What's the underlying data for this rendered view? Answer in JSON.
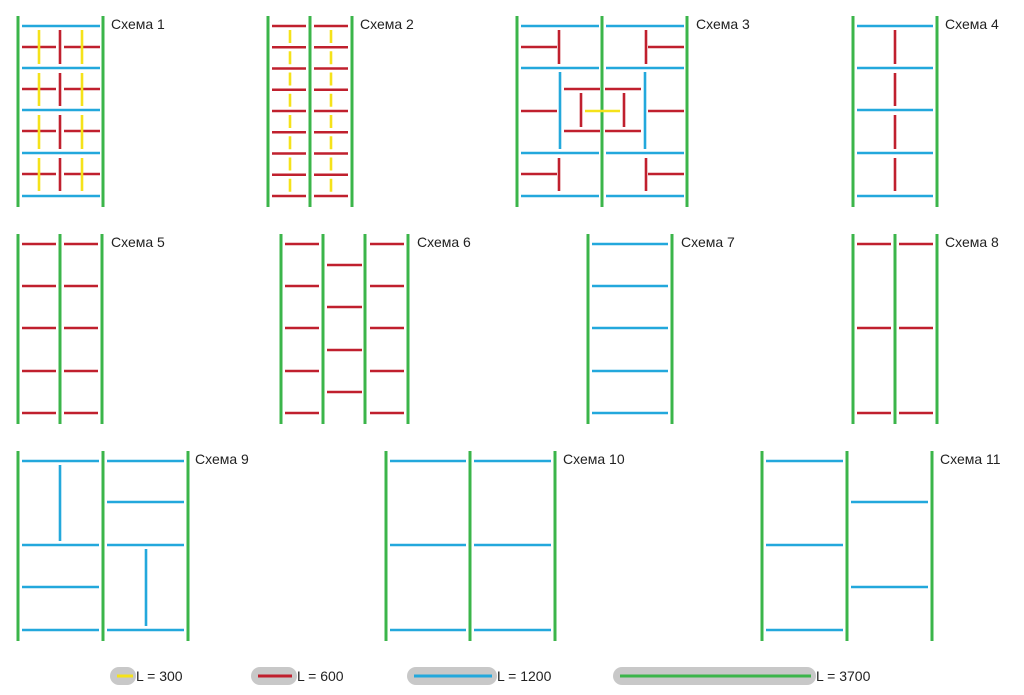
{
  "colors": {
    "L300": "#f5e21a",
    "L600": "#c0202e",
    "L1200": "#23a8dc",
    "L3700": "#3bb54a",
    "legend_capsule": "#c8c8c8"
  },
  "schemes": [
    {
      "label": "Схема 1"
    },
    {
      "label": "Схема 2"
    },
    {
      "label": "Схема 3"
    },
    {
      "label": "Схема 4"
    },
    {
      "label": "Схема 5"
    },
    {
      "label": "Схема 6"
    },
    {
      "label": "Схема 7"
    },
    {
      "label": "Схема 8"
    },
    {
      "label": "Схема 9"
    },
    {
      "label": "Схема 10"
    },
    {
      "label": "Схема 11"
    }
  ],
  "legend": [
    {
      "text": "L = 300",
      "color_key": "L300"
    },
    {
      "text": "L = 600",
      "color_key": "L600"
    },
    {
      "text": "L = 1200",
      "color_key": "L1200"
    },
    {
      "text": "L = 3700",
      "color_key": "L3700"
    }
  ]
}
